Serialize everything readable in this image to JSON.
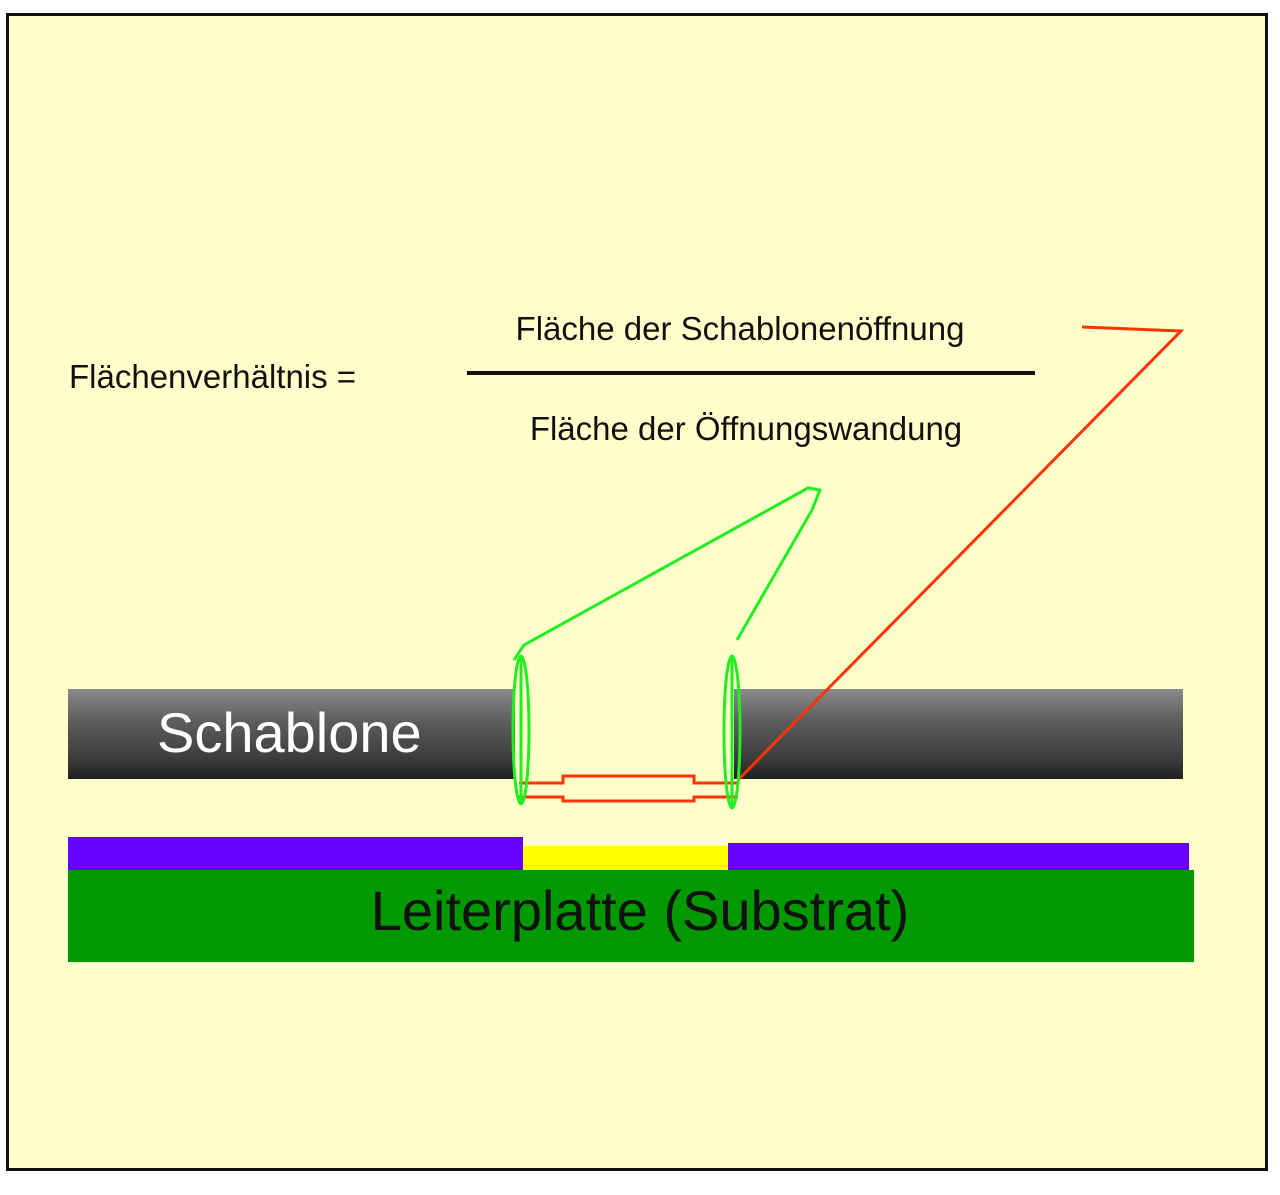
{
  "formula": {
    "lhs": "Flächenverhältnis =",
    "numerator": "Fläche der Schablonenöffnung",
    "denominator": "Fläche der Öffnungswandung"
  },
  "labels": {
    "stencil": "Schablone",
    "substrate": "Leiterplatte (Substrat)"
  },
  "colors": {
    "background": "#ffffcc",
    "stencil": "#555555",
    "solder_mask": "#6600ff",
    "pad": "#ffff00",
    "board": "#009900",
    "aperture_area_marker": "#ff3300",
    "wall_area_marker": "#22ee22"
  }
}
